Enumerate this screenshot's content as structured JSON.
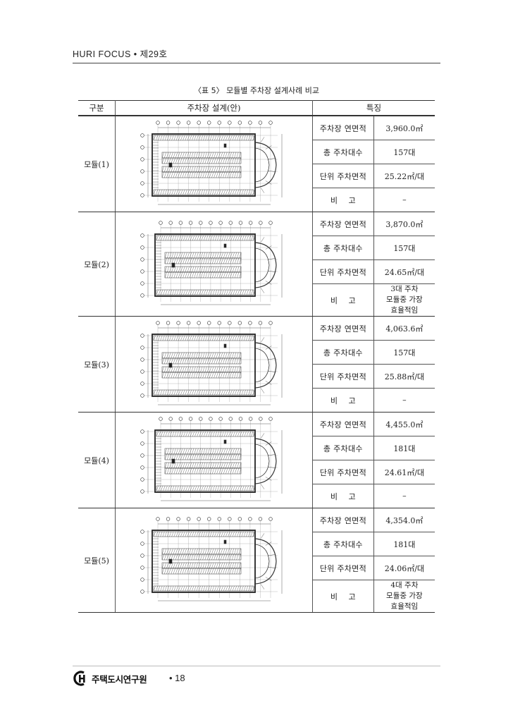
{
  "header": {
    "title": "HURI FOCUS  •  제29호"
  },
  "caption": "〈표 5〉 모듈별 주차장 설계사례 비교",
  "table": {
    "columns": [
      "구분",
      "주차장 설계(안)",
      "특징"
    ],
    "modules": [
      {
        "name": "모듈(1)",
        "rows": [
          {
            "label": "주차장 연면적",
            "value": "3,960.0㎡"
          },
          {
            "label": "총 주차대수",
            "value": "157대"
          },
          {
            "label": "단위 주차면적",
            "value": "25.22㎡/대"
          },
          {
            "label": "비    고",
            "value": "–"
          }
        ]
      },
      {
        "name": "모듈(2)",
        "rows": [
          {
            "label": "주차장 연면적",
            "value": "3,870.0㎡"
          },
          {
            "label": "총 주차대수",
            "value": "157대"
          },
          {
            "label": "단위 주차면적",
            "value": "24.65㎡/대"
          },
          {
            "label": "비    고",
            "value": "3대 주차\n모듈중 가장\n효율적임"
          }
        ]
      },
      {
        "name": "모듈(3)",
        "rows": [
          {
            "label": "주차장 연면적",
            "value": "4,063.6㎡"
          },
          {
            "label": "총 주차대수",
            "value": "157대"
          },
          {
            "label": "단위 주차면적",
            "value": "25.88㎡/대"
          },
          {
            "label": "비    고",
            "value": "–"
          }
        ]
      },
      {
        "name": "모듈(4)",
        "rows": [
          {
            "label": "주차장 연면적",
            "value": "4,455.0㎡"
          },
          {
            "label": "총 주차대수",
            "value": "181대"
          },
          {
            "label": "단위 주차면적",
            "value": "24.61㎡/대"
          },
          {
            "label": "비    고",
            "value": "–"
          }
        ]
      },
      {
        "name": "모듈(5)",
        "rows": [
          {
            "label": "주차장 연면적",
            "value": "4,354.0㎡"
          },
          {
            "label": "총 주차대수",
            "value": "181대"
          },
          {
            "label": "단위 주차면적",
            "value": "24.06㎡/대"
          },
          {
            "label": "비    고",
            "value": "4대 주차\n모듈중 가장\n효율적임"
          }
        ]
      }
    ]
  },
  "footer": {
    "logo_text": "주택도시연구원",
    "page": "• 18"
  }
}
